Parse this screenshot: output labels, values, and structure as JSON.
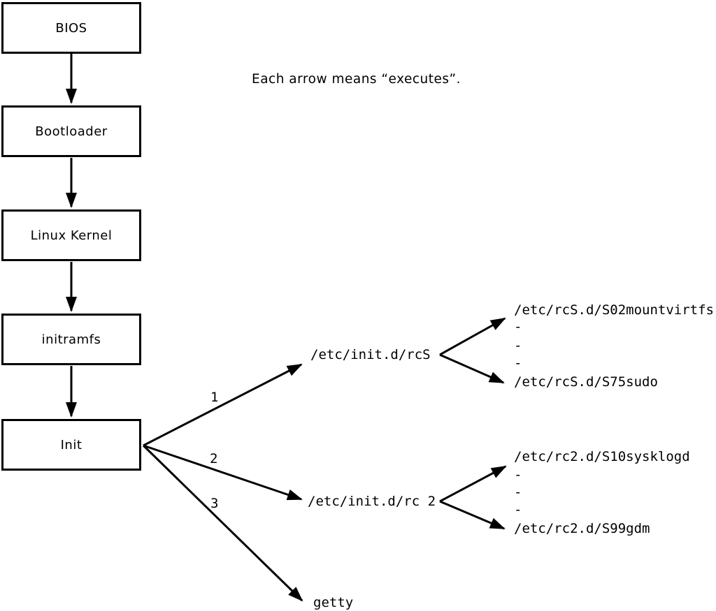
{
  "diagram": {
    "caption": "Each arrow means “executes”.",
    "boxes": [
      {
        "id": "bios",
        "label": "BIOS"
      },
      {
        "id": "bootloader",
        "label": "Bootloader"
      },
      {
        "id": "linux-kernel",
        "label": "Linux Kernel"
      },
      {
        "id": "initramfs",
        "label": "initramfs"
      },
      {
        "id": "init",
        "label": "Init"
      }
    ],
    "edge_labels": {
      "first": "1",
      "second": "2",
      "third": "3"
    },
    "targets": {
      "rcS": "/etc/init.d/rcS",
      "rc2": "/etc/init.d/rc 2",
      "getty": "getty"
    },
    "rcS_children": {
      "first": "/etc/rcS.d/S02mountvirtfs",
      "dashes": [
        "-",
        "-",
        "-"
      ],
      "last": "/etc/rcS.d/S75sudo"
    },
    "rc2_children": {
      "first": "/etc/rc2.d/S10sysklogd",
      "dashes": [
        "-",
        "-",
        "-"
      ],
      "last": "/etc/rc2.d/S99gdm"
    },
    "colors": {
      "line": "#000000",
      "background": "#ffffff",
      "box_fill": "#ffffff"
    }
  }
}
